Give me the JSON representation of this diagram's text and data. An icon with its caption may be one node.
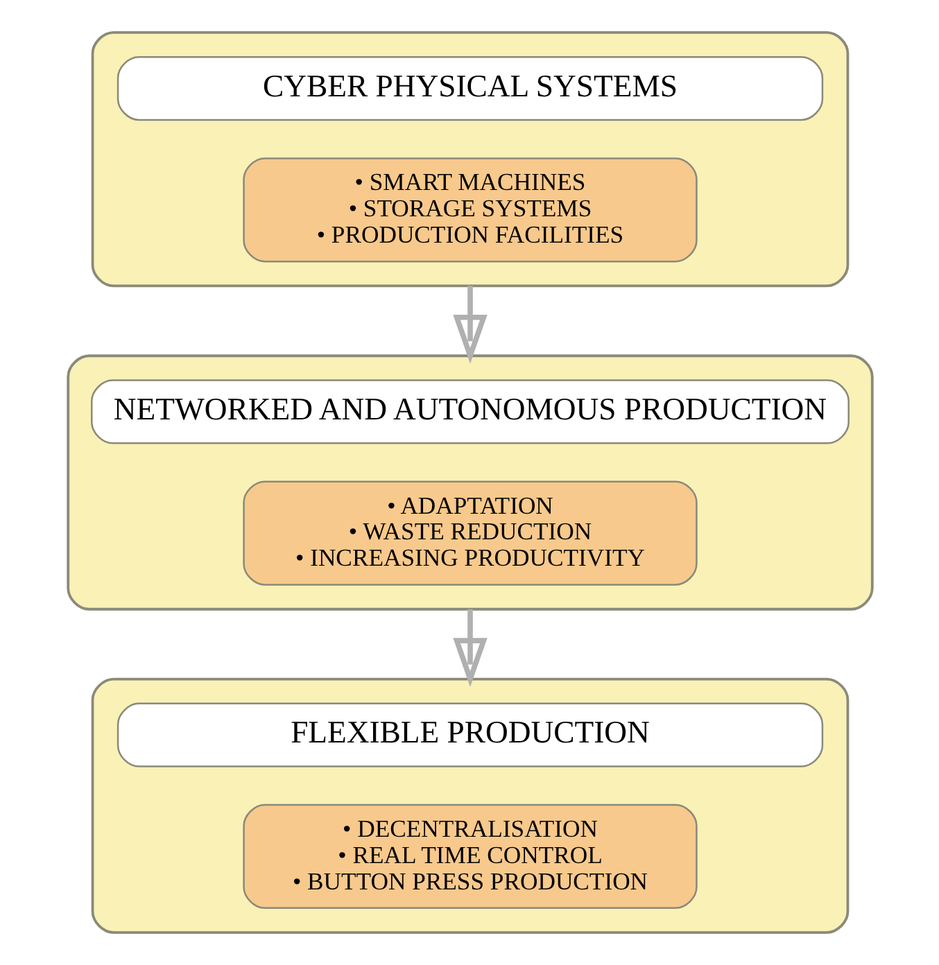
{
  "diagram": {
    "nodes": [
      {
        "text": [],
        "shape": "box"
      },
      {
        "text": [
          "CYBER PHYSICAL SYSTEMS"
        ],
        "in": 0
      },
      {
        "text": [
          "• SMART MACHINES",
          "• STORAGE SYSTEMS",
          "• PRODUCTION FACILITIES"
        ],
        "in": 0
      },
      {
        "text": [],
        "shape": "box"
      },
      {
        "text": [
          "NETWORKED AND AUTONOMOUS PRODUCTION"
        ],
        "in": 3
      },
      {
        "text": [
          "• ADAPTATION",
          "• WASTE REDUCTION",
          "• INCREASING PRODUCTIVITY"
        ],
        "in": 3
      },
      {
        "text": [],
        "shape": "box"
      },
      {
        "text": [
          "FLEXIBLE PRODUCTION"
        ],
        "in": 6
      },
      {
        "text": [
          "• DECENTRALISATION",
          "• REAL TIME CONTROL",
          "• BUTTON PRESS PRODUCTION"
        ],
        "in": 6
      }
    ],
    "edges": [
      {
        "from": 0,
        "to": 3,
        "arrow": "to"
      },
      {
        "from": 3,
        "to": 6,
        "arrow": "to"
      }
    ]
  }
}
